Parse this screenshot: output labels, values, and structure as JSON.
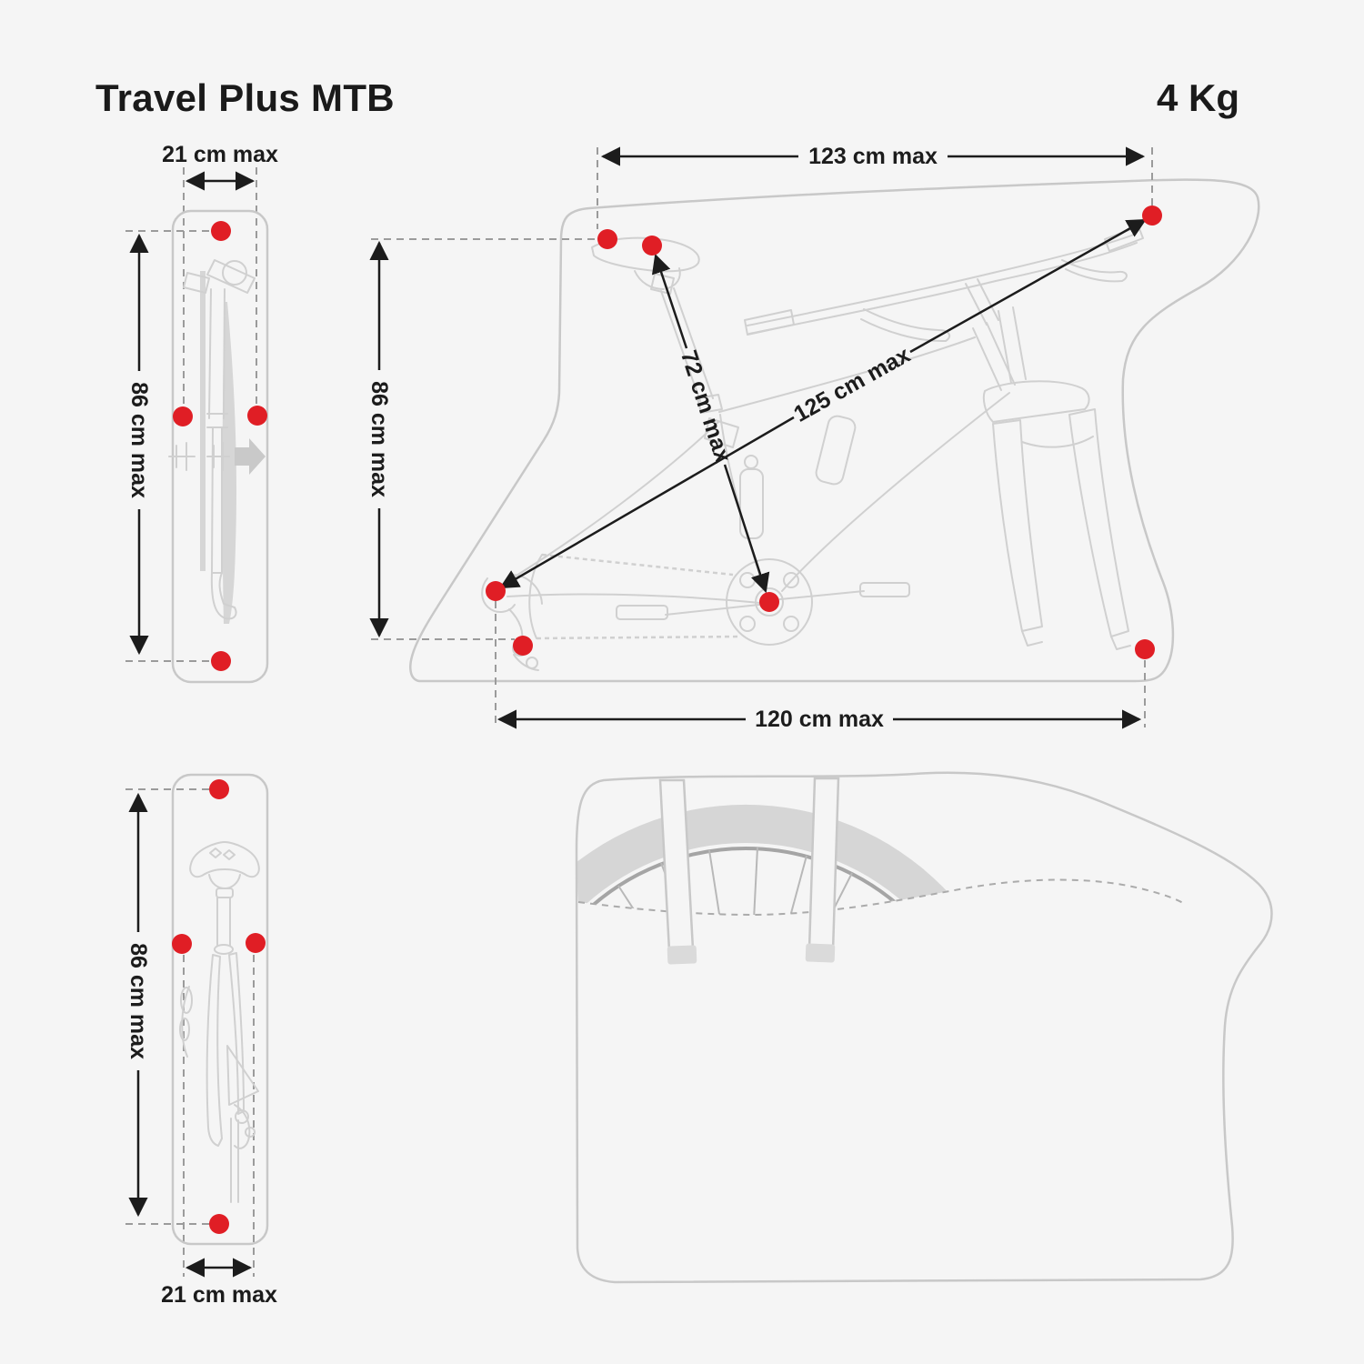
{
  "header": {
    "title": "Travel Plus MTB",
    "weight": "4 Kg"
  },
  "side_view_top": {
    "width_label": "21 cm max",
    "height_label": "86 cm max"
  },
  "main_view": {
    "top_width_label": "123 cm max",
    "height_label": "86 cm max",
    "saddle_to_crank_label": "72 cm max",
    "dropout_to_handlebar_label": "125 cm max",
    "bottom_width_label": "120 cm max"
  },
  "side_view_bottom": {
    "height_label": "86 cm max",
    "width_label": "21 cm max"
  },
  "style": {
    "attachment_dot_color": "#e01e25",
    "dimension_color": "#1c1c1c",
    "outline_color": "#c9c9c9",
    "dashed_guide_color": "#9b9b9b",
    "background_color": "#f5f5f5"
  }
}
